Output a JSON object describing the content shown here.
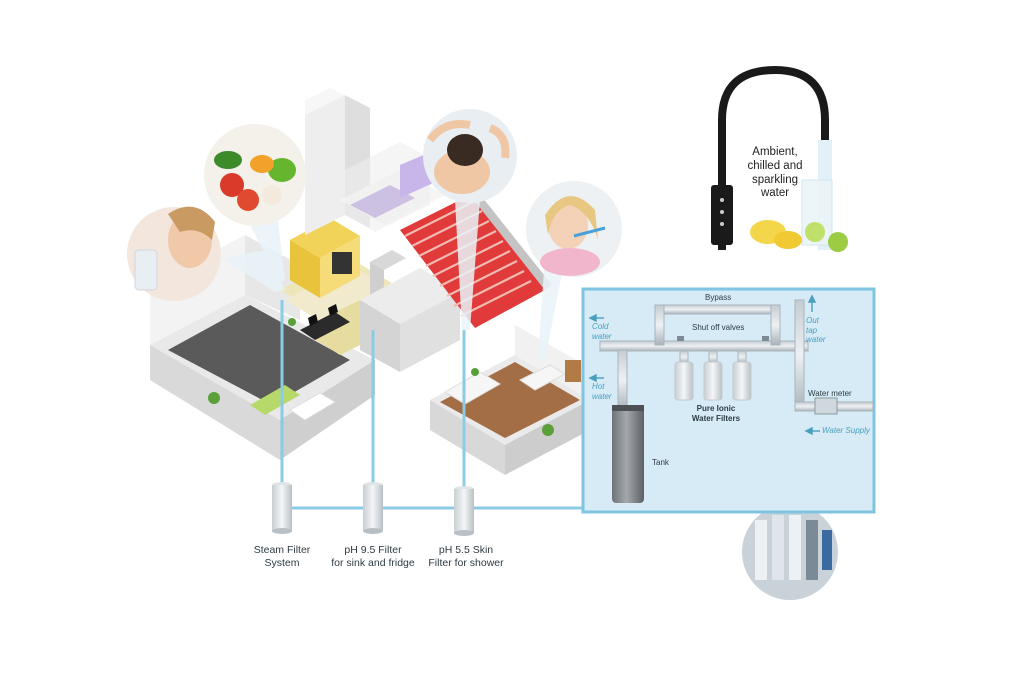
{
  "tap": {
    "caption_lines": [
      "Ambient,",
      "chilled and",
      "sparkling",
      "water"
    ]
  },
  "filters": [
    {
      "line1": "Steam Filter",
      "line2": "System"
    },
    {
      "line1": "pH 9.5 Filter",
      "line2": "for sink and fridge"
    },
    {
      "line1": "pH 5.5 Skin",
      "line2": "Filter for shower"
    }
  ],
  "plumbing": {
    "bypass": "Bypass",
    "shut_off_valves": "Shut off valves",
    "cold_water": [
      "Cold",
      "water"
    ],
    "hot_water": [
      "Hot",
      "water"
    ],
    "out_tap_water": [
      "Out",
      "tap",
      "water"
    ],
    "pure_ionic": [
      "Pure Ionic",
      "Water Filters"
    ],
    "water_meter": "Water meter",
    "water_supply": "Water Supply",
    "tank": "Tank"
  },
  "colors": {
    "panel_fill": "#d6ebf5",
    "panel_border": "#7fc4e0",
    "pipe": "#a8b4bc",
    "water_line": "#8ccbe6",
    "accent_text": "#4a9fc0"
  }
}
